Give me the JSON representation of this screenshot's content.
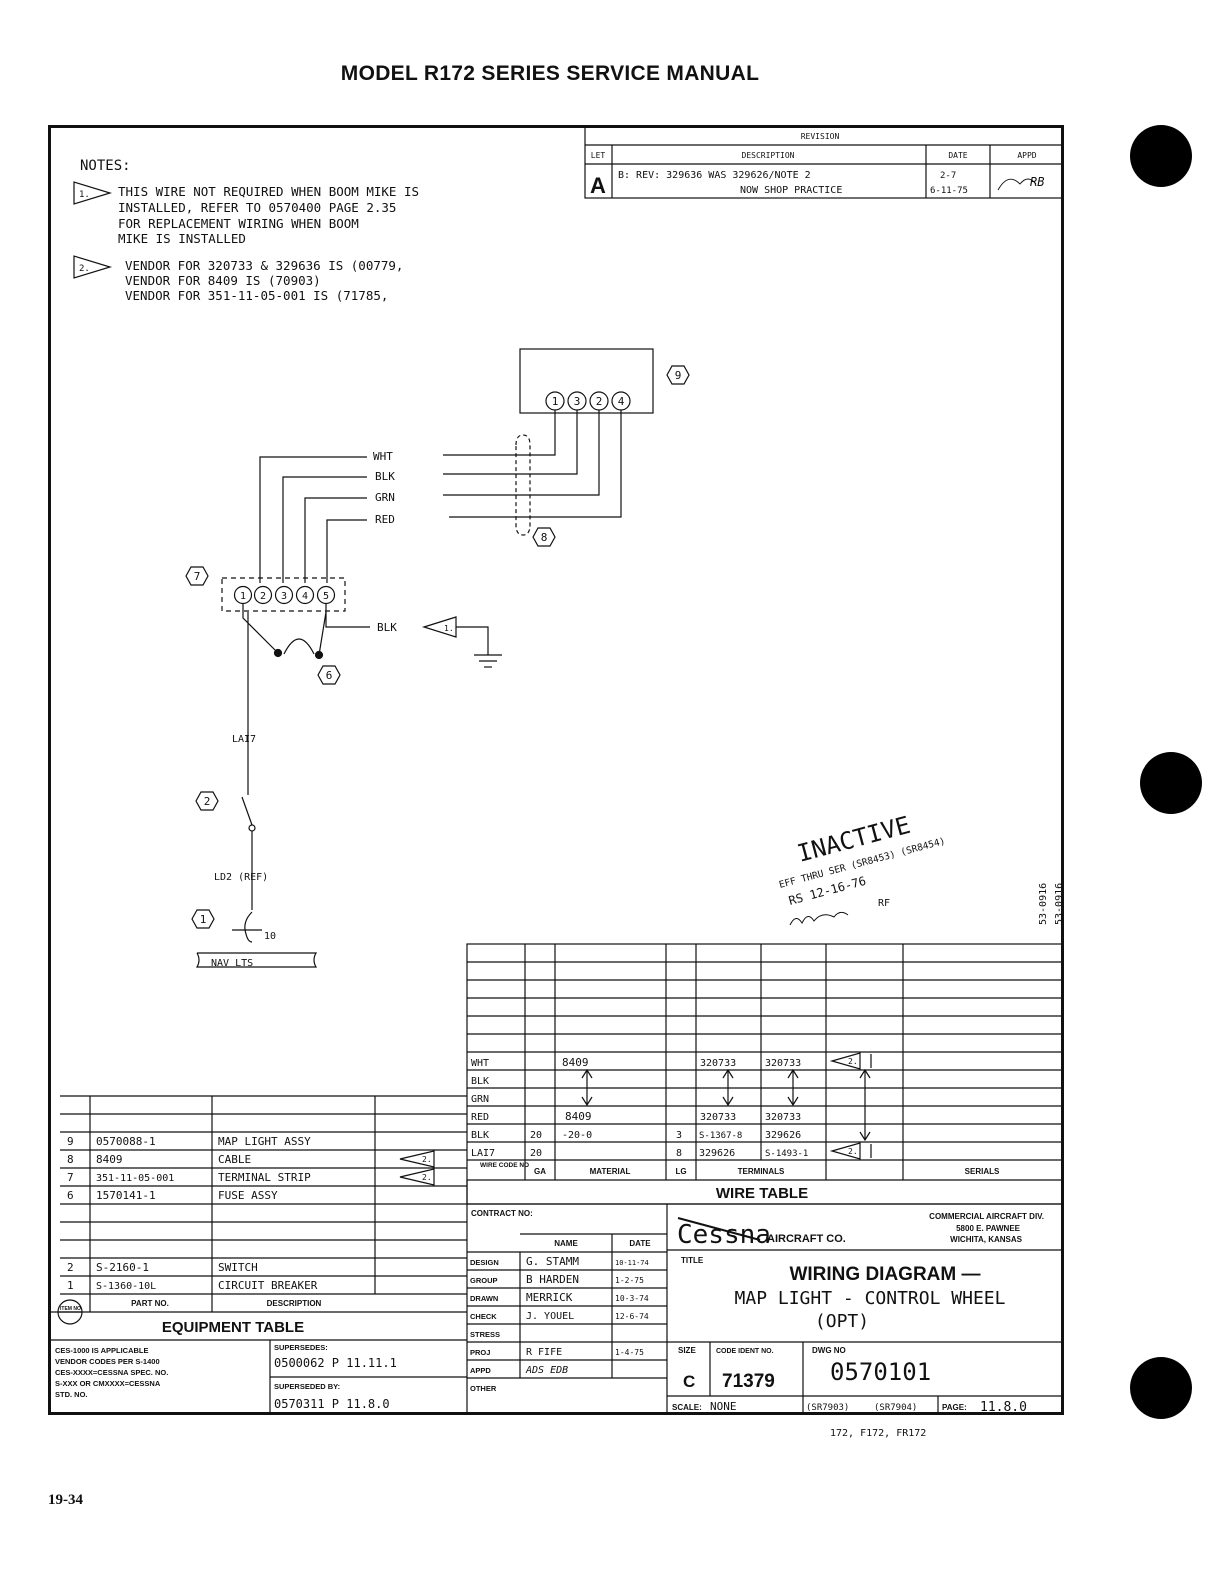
{
  "header": {
    "title": "MODEL R172 SERIES SERVICE MANUAL"
  },
  "footer": {
    "page_number": "19-34",
    "models": "172, F172, FR172"
  },
  "notes": {
    "heading": "NOTES:",
    "note1_num": "1.",
    "note1_lines": [
      "THIS WIRE NOT REQUIRED WHEN BOOM MIKE IS",
      "INSTALLED, REFER TO 0570400 PAGE 2.35",
      "FOR REPLACEMENT WIRING WHEN BOOM",
      "MIKE IS INSTALLED"
    ],
    "note2_num": "2.",
    "note2_lines": [
      "VENDOR FOR 320733 & 329636 IS (00779,",
      "VENDOR FOR 8409 IS (70903)",
      "VENDOR FOR 351-11-05-001 IS (71785,"
    ]
  },
  "revision": {
    "title": "REVISION",
    "headers": {
      "let": "LET",
      "description": "DESCRIPTION",
      "date": "DATE",
      "appd": "APPD"
    },
    "rows": [
      {
        "let": "A",
        "description_1": "B: REV: 329636 WAS 329626/NOTE 2",
        "description_2": "NOW SHOP PRACTICE",
        "date_1": "2-7",
        "date_2": "6-11-75",
        "appd": "RB"
      }
    ]
  },
  "diagram": {
    "item_9_pins": [
      "1",
      "3",
      "2",
      "4"
    ],
    "item_7_pins": [
      "1",
      "2",
      "3",
      "4",
      "5"
    ],
    "wire_labels": [
      "WHT",
      "BLK",
      "GRN",
      "RED"
    ],
    "ground_wire_label": "BLK",
    "tags": {
      "map_light": "9",
      "cable": "8",
      "terminal_strip": "7",
      "fuse": "6",
      "switch": "2",
      "breaker": "1"
    },
    "note_flag": "1.",
    "wire_lai7": "LAI7",
    "wire_ld2": "LD2 (REF)",
    "wire_10": "10",
    "nav_lts": "NAV LTS"
  },
  "stamp": {
    "line1": "INACTIVE",
    "line2": "EFF THRU SER (SR8453) (SR8454)",
    "line3": "RS 12-16-76",
    "line4": "RF",
    "side_codes": [
      "53-0916",
      "53-0916"
    ]
  },
  "wire_table": {
    "title": "WIRE TABLE",
    "headers": {
      "code": "WIRE CODE NO",
      "ga": "GA",
      "material": "MATERIAL",
      "lg": "LG",
      "terminals": "TERMINALS",
      "serials": "SERIALS"
    },
    "rows": [
      {
        "code": "WHT",
        "ga": "",
        "material": "8409",
        "lg": "",
        "term1": "320733",
        "term2": "320733",
        "note": "2."
      },
      {
        "code": "BLK",
        "ga": "",
        "material": "",
        "lg": "",
        "term1": "",
        "term2": "",
        "note": ""
      },
      {
        "code": "GRN",
        "ga": "",
        "material": "",
        "lg": "",
        "term1": "",
        "term2": "",
        "note": ""
      },
      {
        "code": "RED",
        "ga": "",
        "material": "8409",
        "lg": "",
        "term1": "320733",
        "term2": "320733",
        "note": ""
      },
      {
        "code": "BLK",
        "ga": "20",
        "material": "-20-0",
        "lg": "3",
        "term1": "S-1367-8",
        "term2": "329626",
        "note": ""
      },
      {
        "code": "LAI7",
        "ga": "20",
        "material": "",
        "lg": "8",
        "term1": "329626",
        "term2": "S-1493-1",
        "note": "2."
      }
    ]
  },
  "equipment_table": {
    "title": "EQUIPMENT TABLE",
    "headers": {
      "item": "ITEM NO",
      "part": "PART NO.",
      "description": "DESCRIPTION"
    },
    "rows": [
      {
        "item": "9",
        "part": "0570088-1",
        "description": "MAP LIGHT ASSY",
        "note": ""
      },
      {
        "item": "8",
        "part": "8409",
        "description": "CABLE",
        "note": "2."
      },
      {
        "item": "7",
        "part": "351-11-05-001",
        "description": "TERMINAL STRIP",
        "note": "2."
      },
      {
        "item": "6",
        "part": "1570141-1",
        "description": "FUSE ASSY",
        "note": ""
      },
      {
        "item": "2",
        "part": "S-2160-1",
        "description": "SWITCH",
        "note": ""
      },
      {
        "item": "1",
        "part": "S-1360-10L",
        "description": "CIRCUIT BREAKER",
        "note": ""
      }
    ]
  },
  "spec_box": {
    "left_lines": [
      "CES-1000 IS APPLICABLE",
      "VENDOR CODES PER S-1400",
      "CES-XXXX=CESSNA SPEC. NO.",
      "S-XXX OR CMXXXX=CESSNA",
      "STD. NO."
    ],
    "supersedes_label": "SUPERSEDES:",
    "supersedes_value": "0500062 P 11.11.1",
    "superseded_by_label": "SUPERSEDED BY:",
    "superseded_by_value": "0570311 P 11.8.0"
  },
  "title_block": {
    "contract": "CONTRACT NO:",
    "name_header": "NAME",
    "date_header": "DATE",
    "roles": [
      {
        "role": "DESIGN",
        "name": "G. STAMM",
        "date": "10-11-74"
      },
      {
        "role": "GROUP",
        "name": "B HARDEN",
        "date": "1-2-75"
      },
      {
        "role": "DRAWN",
        "name": "MERRICK",
        "date": "10-3-74"
      },
      {
        "role": "CHECK",
        "name": "J. YOUEL",
        "date": "12-6-74"
      },
      {
        "role": "STRESS",
        "name": "",
        "date": ""
      },
      {
        "role": "PROJ",
        "name": "R FIFE",
        "date": "1-4-75"
      },
      {
        "role": "APPD",
        "name": "ADS EDB",
        "date": ""
      },
      {
        "role": "OTHER",
        "name": "",
        "date": ""
      }
    ],
    "company_logo": "Cessna",
    "company_suffix": "AIRCRAFT CO.",
    "division": "COMMERCIAL AIRCRAFT DIV.",
    "address1": "5800 E. PAWNEE",
    "address2": "WICHITA, KANSAS",
    "title_label": "TITLE",
    "title_line1": "WIRING DIAGRAM —",
    "title_line2": "MAP LIGHT - CONTROL WHEEL",
    "title_line3": "(OPT)",
    "size_label": "SIZE",
    "size": "C",
    "code_label": "CODE IDENT NO.",
    "code": "71379",
    "dwg_label": "DWG NO",
    "dwg_no": "0570101",
    "scale_label": "SCALE:",
    "scale": "NONE",
    "sr1": "(SR7903)",
    "sr2": "(SR7904)",
    "page_label": "PAGE:",
    "page": "11.8.0"
  }
}
